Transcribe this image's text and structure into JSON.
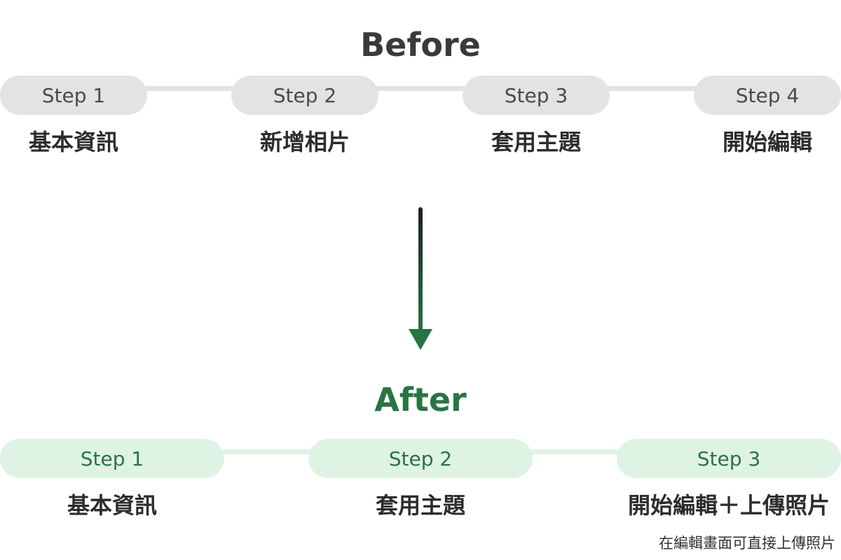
{
  "before": {
    "title": "Before",
    "steps": [
      {
        "step": "Step 1",
        "label": "基本資訊"
      },
      {
        "step": "Step 2",
        "label": "新增相片"
      },
      {
        "step": "Step 3",
        "label": "套用主題"
      },
      {
        "step": "Step 4",
        "label": "開始編輯"
      }
    ]
  },
  "after": {
    "title": "After",
    "steps": [
      {
        "step": "Step 1",
        "label": "基本資訊"
      },
      {
        "step": "Step 2",
        "label": "套用主題"
      },
      {
        "step": "Step 3",
        "label": "開始編輯＋上傳照片",
        "note": "在編輯畫面可直接上傳照片"
      }
    ]
  },
  "colors": {
    "before_title": "#3a3a3a",
    "after_title": "#2a7443",
    "before_pill": "#e3e3e3",
    "after_pill": "#dff3e4",
    "arrow_top": "#1f1f1f",
    "arrow_bottom": "#2a7443"
  }
}
